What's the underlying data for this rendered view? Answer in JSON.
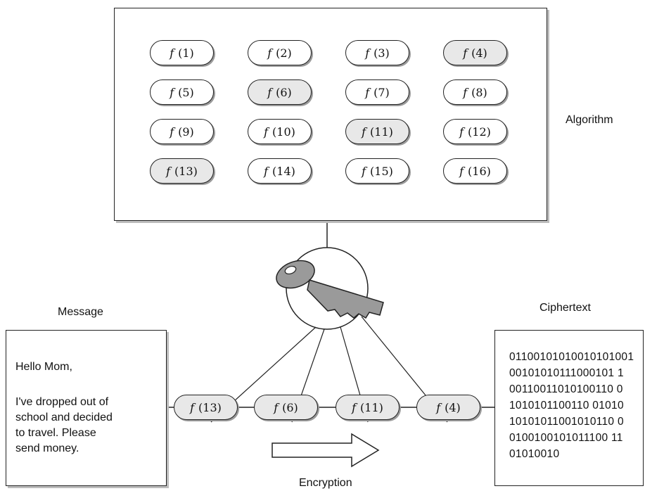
{
  "algorithm": {
    "label": "Algorithm",
    "functions": [
      {
        "n": "(1)",
        "shaded": false
      },
      {
        "n": "(2)",
        "shaded": false
      },
      {
        "n": "(3)",
        "shaded": false
      },
      {
        "n": "(4)",
        "shaded": true
      },
      {
        "n": "(5)",
        "shaded": false
      },
      {
        "n": "(6)",
        "shaded": true
      },
      {
        "n": "(7)",
        "shaded": false
      },
      {
        "n": "(8)",
        "shaded": false
      },
      {
        "n": "(9)",
        "shaded": false
      },
      {
        "n": "(10)",
        "shaded": false
      },
      {
        "n": "(11)",
        "shaded": true
      },
      {
        "n": "(12)",
        "shaded": false
      },
      {
        "n": "(13)",
        "shaded": true
      },
      {
        "n": "(14)",
        "shaded": false
      },
      {
        "n": "(15)",
        "shaded": false
      },
      {
        "n": "(16)",
        "shaded": false
      }
    ]
  },
  "function_symbol": "f",
  "message": {
    "label": "Message",
    "lines": [
      "Hello Mom,",
      "",
      "I've dropped out of",
      "school and decided",
      "to travel. Please",
      "send money."
    ]
  },
  "ciphertext": {
    "label": "Ciphertext",
    "lines": [
      "01100101010010101001",
      "00101010111000101 1",
      "00110011010100110 0",
      "1010101100110 01010",
      "10101011001010110 0",
      "0100100101011100 11",
      "01010010"
    ]
  },
  "encryption": {
    "label": "Encryption",
    "chain": [
      "(13)",
      "(6)",
      "(11)",
      "(4)"
    ]
  },
  "colors": {
    "shaded_pill": "#e8e8e8",
    "key": "#9a9a9a"
  }
}
